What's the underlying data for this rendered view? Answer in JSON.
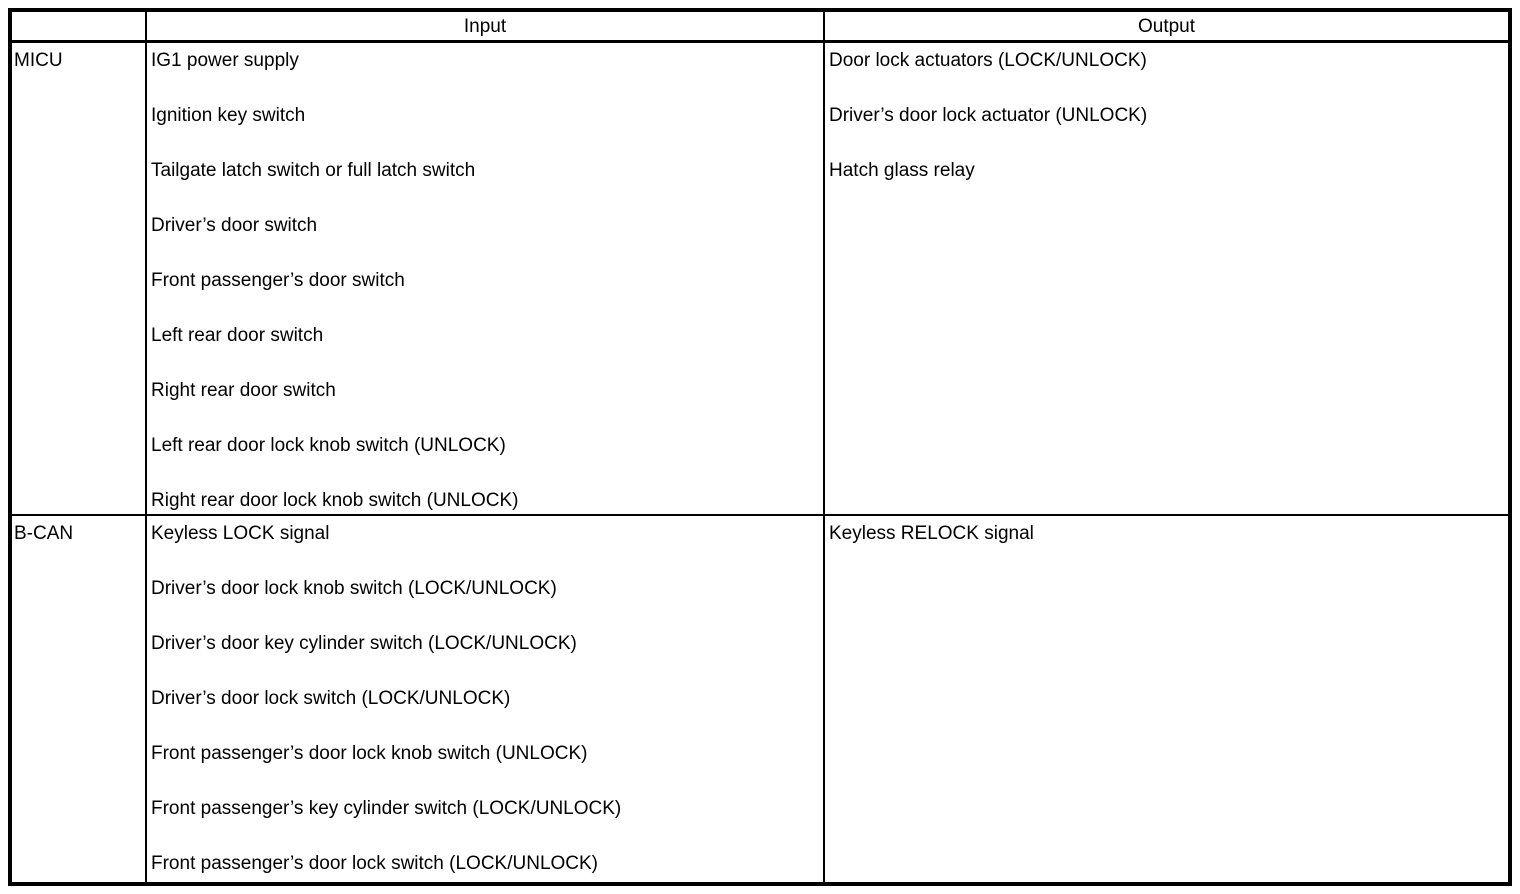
{
  "page": {
    "background": "#ffffff",
    "text_color": "#000000",
    "border_color": "#000000"
  },
  "table": {
    "header": {
      "col_source": "",
      "col_input": "Input",
      "col_output": "Output"
    },
    "rows": [
      {
        "source": "MICU",
        "inputs": [
          "IG1 power supply",
          "Ignition key switch",
          "Tailgate latch switch or full latch switch",
          "Driver’s door switch",
          "Front passenger’s door switch",
          "Left rear door switch",
          "Right rear door switch",
          "Left rear door lock knob switch (UNLOCK)",
          "Right rear door lock knob switch (UNLOCK)"
        ],
        "outputs": [
          "Door lock actuators (LOCK/UNLOCK)",
          "Driver’s door lock actuator (UNLOCK)",
          "Hatch glass relay"
        ]
      },
      {
        "source": "B-CAN",
        "inputs": [
          "Keyless LOCK signal",
          "Driver’s door lock knob switch (LOCK/UNLOCK)",
          "Driver’s door key cylinder switch (LOCK/UNLOCK)",
          "Driver’s door lock switch (LOCK/UNLOCK)",
          "Front passenger’s door lock knob switch (UNLOCK)",
          "Front passenger’s key cylinder switch (LOCK/UNLOCK)",
          "Front passenger’s door lock switch (LOCK/UNLOCK)"
        ],
        "outputs": [
          "Keyless RELOCK signal"
        ]
      }
    ]
  }
}
